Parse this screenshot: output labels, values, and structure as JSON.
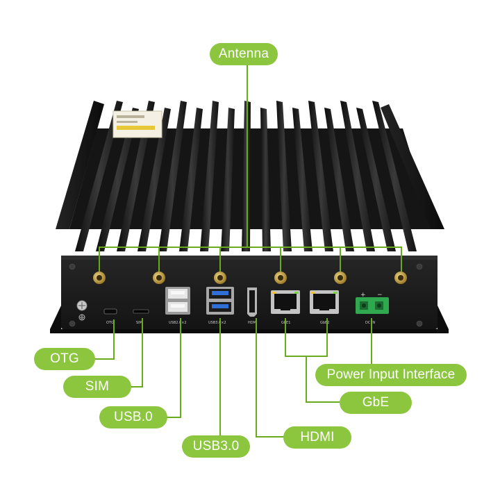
{
  "callouts": {
    "antenna": "Antenna",
    "otg": "OTG",
    "sim": "SIM",
    "usb2": "USB.0",
    "usb3": "USB3.0",
    "hdmi": "HDMI",
    "power": "Power Input Interface",
    "gbe": "GbE"
  },
  "port_labels": {
    "otg": "OTG",
    "sim": "SIM",
    "usb2": "USB2.0×2",
    "usb3": "USB3.0×2",
    "hdmi": "HDMI",
    "gbe1": "GbE1",
    "gbe2": "GbE2",
    "dcin": "DC IN",
    "plus": "+",
    "minus": "−"
  },
  "colors": {
    "accent_green": "#8cc63f",
    "lead_green": "#6aaa1f",
    "chassis": "#1c1c1c",
    "usb3_blue": "#2f6fd6",
    "terminal_green": "#2fa84f"
  },
  "icons": [
    "ground-screw-icon",
    "ground-symbol-icon"
  ]
}
